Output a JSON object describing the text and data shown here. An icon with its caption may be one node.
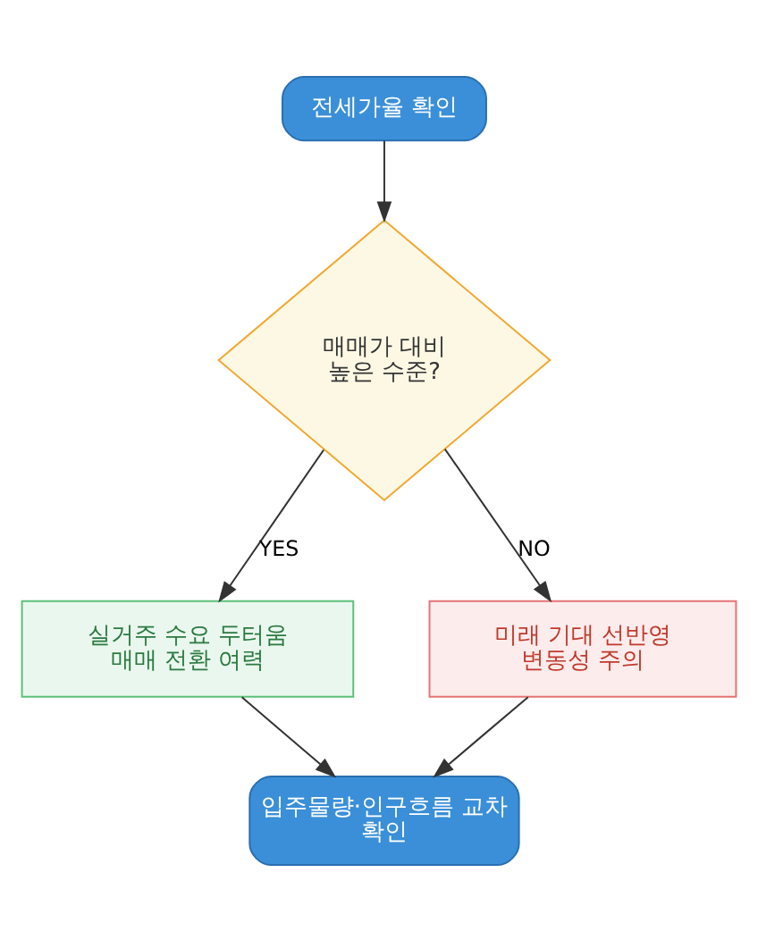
{
  "diagram": {
    "nodes": [
      {
        "text": [
          "전세가율 확인"
        ]
      },
      {
        "text": [
          "매매가 대비 높은 수준?"
        ]
      },
      {
        "text": [
          "실거주 수요 두터움 매매 전환 여력"
        ]
      },
      {
        "text": [
          "미래 기대 선반영 변동성 주의"
        ]
      },
      {
        "text": [
          "입주물량·인구흐름 교차 확인"
        ]
      }
    ],
    "edges": [
      {
        "from": 0,
        "to": 1,
        "arrow": "to"
      },
      {
        "from": 1,
        "to": 2,
        "arrow": "to",
        "label": "YES"
      },
      {
        "from": 1,
        "to": 3,
        "arrow": "to",
        "label": "NO"
      },
      {
        "from": 2,
        "to": 4,
        "arrow": "to"
      },
      {
        "from": 3,
        "to": 4,
        "arrow": "to"
      }
    ]
  }
}
